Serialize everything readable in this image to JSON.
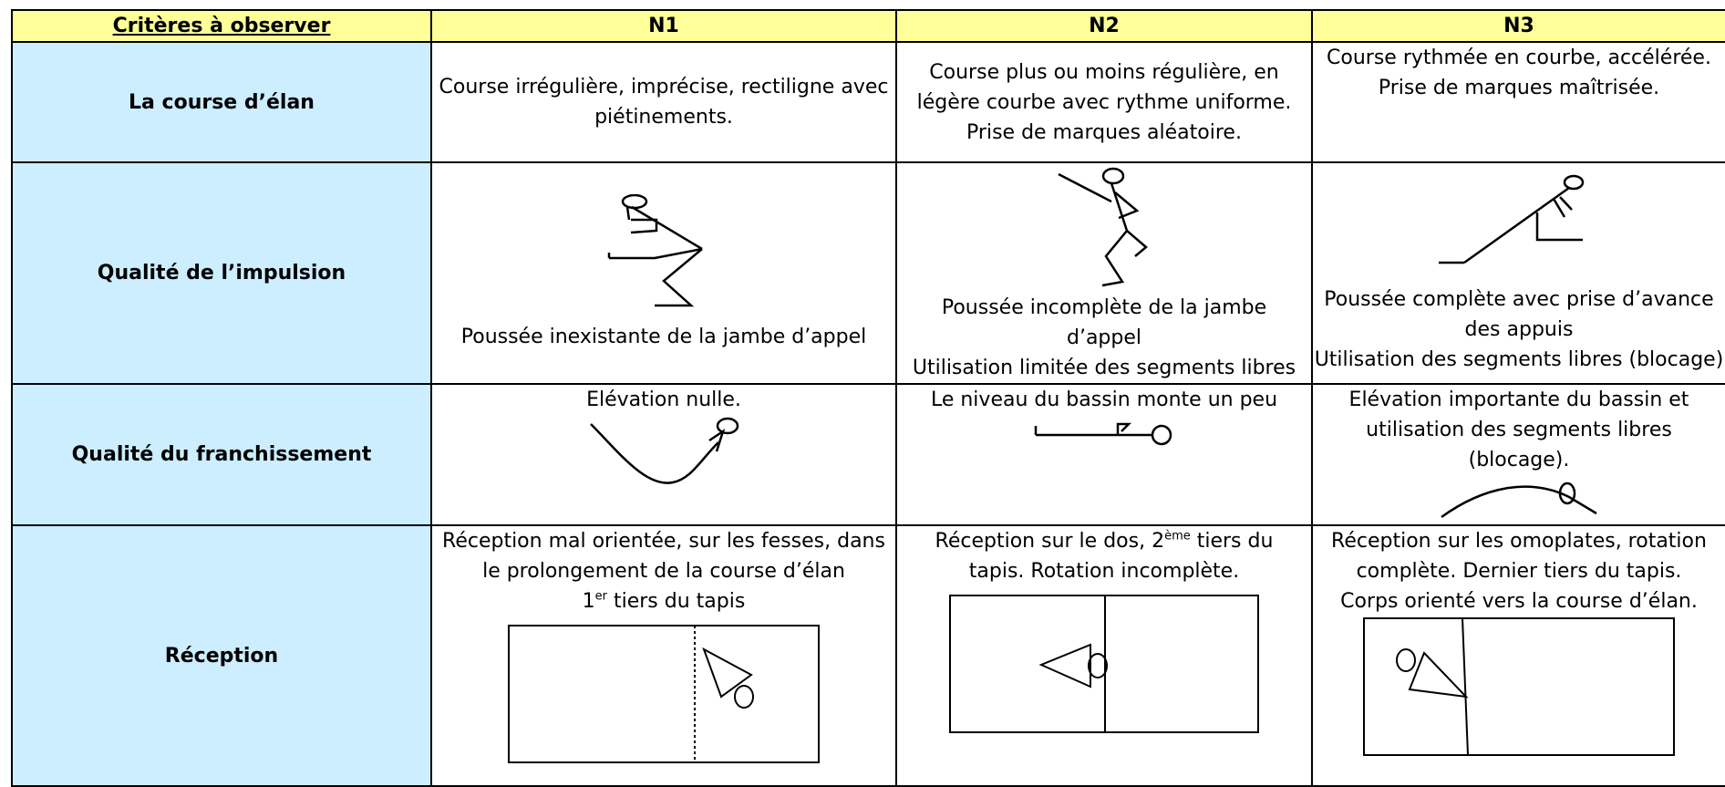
{
  "header": {
    "criteria": "Critères à observer",
    "n1": "N1",
    "n2": "N2",
    "n3": "N3"
  },
  "rows": [
    {
      "criterion": "La course d’élan",
      "n1": "Course irrégulière, imprécise, rectiligne avec piétinements.",
      "n2_l1": "Course plus ou moins régulière, en",
      "n2_l2": "légère courbe avec rythme uniforme.",
      "n2_l3": "Prise de marques aléatoire.",
      "n3_l1": "Course rythmée en courbe, accélérée.",
      "n3_l2": "Prise de marques maîtrisée."
    },
    {
      "criterion": "Qualité de l’impulsion",
      "n1": "Poussée inexistante de la jambe d’appel",
      "n2_l1": "Poussée incomplète de la jambe",
      "n2_l2": "d’appel",
      "n2_l3": "Utilisation limitée des segments libres",
      "n3_l1": "Poussée complète avec prise d’avance",
      "n3_l2": "des appuis",
      "n3_l3": "Utilisation des segments libres (blocage)"
    },
    {
      "criterion": "Qualité du franchissement",
      "n1": "Elévation nulle.",
      "n2": "Le niveau du bassin monte un peu",
      "n3_l1": "Elévation importante du bassin et",
      "n3_l2": "utilisation des segments libres",
      "n3_l3": "(blocage)."
    },
    {
      "criterion": "Réception",
      "n1_l1": "Réception mal orientée, sur les fesses, dans",
      "n1_l2": "le prolongement de la course d’élan",
      "n1_l3a": "1",
      "n1_l3sup": "er",
      "n1_l3b": " tiers du tapis",
      "n2_l1a": "Réception sur le dos, 2",
      "n2_l1sup": "ème",
      "n2_l1b": " tiers du",
      "n2_l2": "tapis. Rotation incomplète.",
      "n3_l1": "Réception sur les omoplates, rotation",
      "n3_l2": "complète. Dernier tiers du tapis.",
      "n3_l3": "Corps orienté vers la course d’élan."
    }
  ],
  "colors": {
    "header_bg": "#ffff99",
    "criteria_bg": "#cceeff",
    "accent": "#c4108f"
  }
}
